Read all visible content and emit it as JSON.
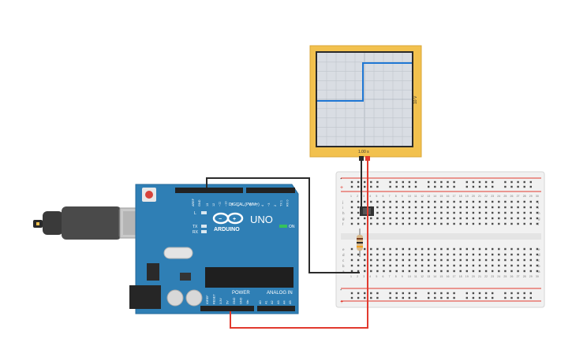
{
  "oscilloscope": {
    "time_label": "1.00 s",
    "volt_label": "10 V",
    "signal": "step"
  },
  "arduino": {
    "brand": "ARDUINO",
    "model": "UNO",
    "on_label": "ON",
    "digital_label": "DIGITAL (PWM~)",
    "power_label": "POWER",
    "analog_label": "ANALOG IN",
    "l_label": "L",
    "tx_label": "TX",
    "rx_label": "RX",
    "aref_label": "AREF",
    "gnd_label": "GND",
    "pin_labels_top": [
      "13",
      "12",
      "~11",
      "~10",
      "~9",
      "8",
      "7",
      "~6",
      "~5",
      "4",
      "~3",
      "2",
      "TX 1",
      "RX 0"
    ],
    "pin_labels_power": [
      "IOREF",
      "RESET",
      "3.3V",
      "5V",
      "GND",
      "GND",
      "Vin"
    ],
    "pin_labels_analog": [
      "A0",
      "A1",
      "A2",
      "A3",
      "A4",
      "A5"
    ]
  },
  "breadboard": {
    "row_letters_top": [
      "j",
      "i",
      "h",
      "g",
      "f"
    ],
    "row_letters_bottom": [
      "e",
      "d",
      "c",
      "b",
      "a"
    ],
    "column_numbers": [
      "1",
      "2",
      "3",
      "4",
      "5",
      "6",
      "7",
      "8",
      "9",
      "10",
      "11",
      "12",
      "13",
      "14",
      "15",
      "16",
      "17",
      "18",
      "19",
      "20",
      "21",
      "22",
      "23",
      "24",
      "25",
      "26",
      "27",
      "28",
      "29",
      "30"
    ],
    "plus": "+",
    "minus": "-"
  },
  "colors": {
    "arduino_board": "#2f7fb5",
    "scope_frame": "#f2c14e",
    "scope_screen": "#d9dde3",
    "trace": "#1f77d4",
    "wire_red": "#e23a2e",
    "wire_black": "#2b2b2b",
    "breadboard": "#f1f1f1"
  }
}
